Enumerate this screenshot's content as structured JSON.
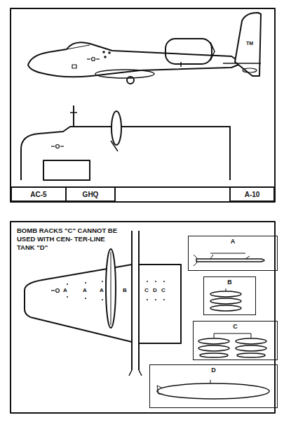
{
  "diagram": {
    "nodes": [
      {
        "text": [
          "AC-5"
        ]
      },
      {
        "text": [
          "GHQ"
        ]
      },
      {
        "text": [
          "A-10"
        ]
      },
      {
        "text": [
          "A"
        ]
      },
      {
        "text": [
          "B"
        ]
      },
      {
        "text": [
          "C"
        ]
      },
      {
        "text": [
          "D"
        ]
      }
    ],
    "labels": [
      "TM",
      "BOMB RACKS \"C\" CANNOT BE USED WITH CEN- TER-LINE TANK \"D\"",
      "A",
      "A",
      "A",
      "B",
      "C",
      "D",
      "C"
    ]
  }
}
